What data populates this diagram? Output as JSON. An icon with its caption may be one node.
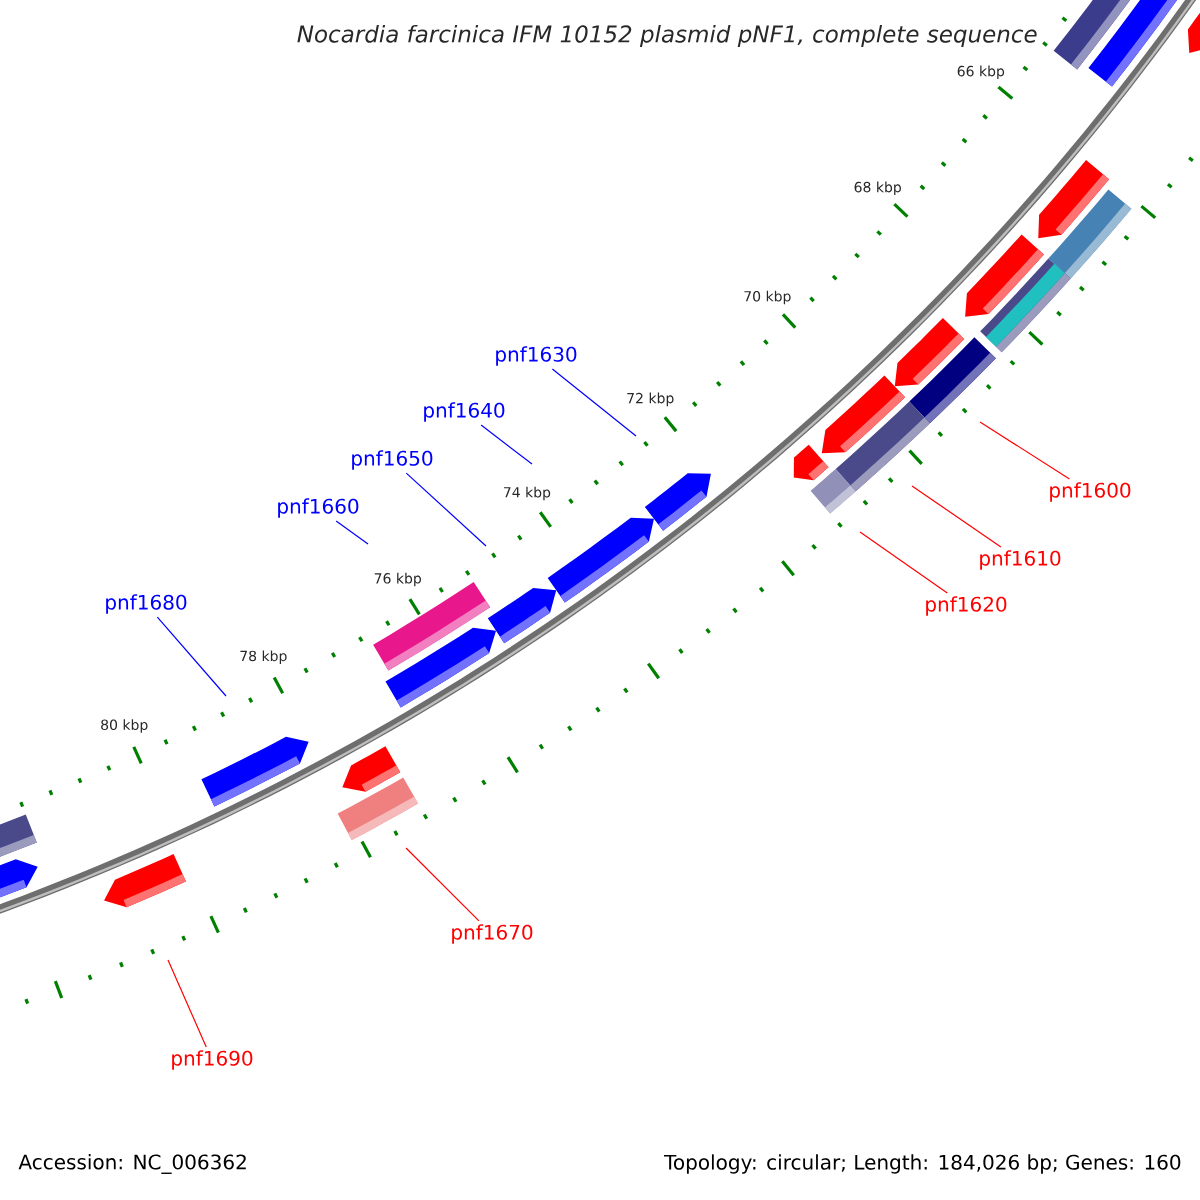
{
  "diagram": {
    "title": "Nocardia farcinica IFM 10152 plasmid pNF1, complete sequence",
    "nodes": [
      {
        "text": [
          "pnf1630"
        ]
      },
      {
        "text": [
          "pnf1640"
        ]
      },
      {
        "text": [
          "pnf1650"
        ]
      },
      {
        "text": [
          "pnf1600"
        ]
      },
      {
        "text": [
          "pnf1660"
        ]
      },
      {
        "text": [
          "pnf1610"
        ]
      },
      {
        "text": [
          "pnf1680"
        ]
      },
      {
        "text": [
          "pnf1620"
        ]
      },
      {
        "text": [
          "pnf1670"
        ]
      },
      {
        "text": [
          "pnf1690"
        ]
      }
    ],
    "edges": [
      {
        "from": 0,
        "to": null,
        "arrow": "none",
        "color": "#0000ff"
      },
      {
        "from": 1,
        "to": null,
        "arrow": "none",
        "color": "#0000ff"
      },
      {
        "from": 2,
        "to": null,
        "arrow": "none",
        "color": "#0000ff"
      },
      {
        "from": 3,
        "to": null,
        "arrow": "none",
        "color": "#ff0000"
      },
      {
        "from": 4,
        "to": null,
        "arrow": "none",
        "color": "#0000ff"
      },
      {
        "from": 5,
        "to": null,
        "arrow": "none",
        "color": "#ff0000"
      },
      {
        "from": 6,
        "to": null,
        "arrow": "none",
        "color": "#0000ff"
      },
      {
        "from": 7,
        "to": null,
        "arrow": "none",
        "color": "#ff0000"
      },
      {
        "from": 8,
        "to": null,
        "arrow": "none",
        "color": "#ff0000"
      },
      {
        "from": 9,
        "to": null,
        "arrow": "none",
        "color": "#ff0000"
      }
    ],
    "labels": [
      "66 kbp",
      "68 kbp",
      "70 kbp",
      "72 kbp",
      "74 kbp",
      "76 kbp",
      "78 kbp",
      "80 kbp",
      "Accession: NC_006362",
      "Topology: circular; Length: 184,026 bp; Genes: 160"
    ]
  }
}
